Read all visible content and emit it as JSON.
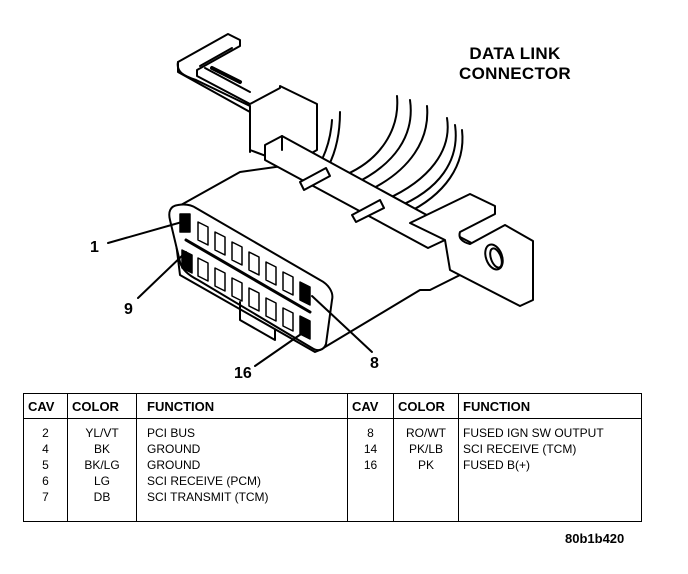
{
  "title": {
    "line1": "DATA LINK",
    "line2": "CONNECTOR"
  },
  "pin_callouts": [
    "1",
    "9",
    "16",
    "8"
  ],
  "table": {
    "headers": [
      "CAV",
      "COLOR",
      "FUNCTION",
      "CAV",
      "COLOR",
      "FUNCTION"
    ],
    "left_rows": [
      {
        "cav": "2",
        "color": "YL/VT",
        "function": "PCI BUS"
      },
      {
        "cav": "4",
        "color": "BK",
        "function": "GROUND"
      },
      {
        "cav": "5",
        "color": "BK/LG",
        "function": "GROUND"
      },
      {
        "cav": "6",
        "color": "LG",
        "function": "SCI RECEIVE (PCM)"
      },
      {
        "cav": "7",
        "color": "DB",
        "function": "SCI TRANSMIT (TCM)"
      }
    ],
    "right_rows": [
      {
        "cav": "8",
        "color": "RO/WT",
        "function": "FUSED IGN SW OUTPUT"
      },
      {
        "cav": "14",
        "color": "PK/LB",
        "function": "SCI RECEIVE (TCM)"
      },
      {
        "cav": "16",
        "color": "PK",
        "function": "FUSED B(+)"
      }
    ]
  },
  "figure_id": "80b1b420"
}
